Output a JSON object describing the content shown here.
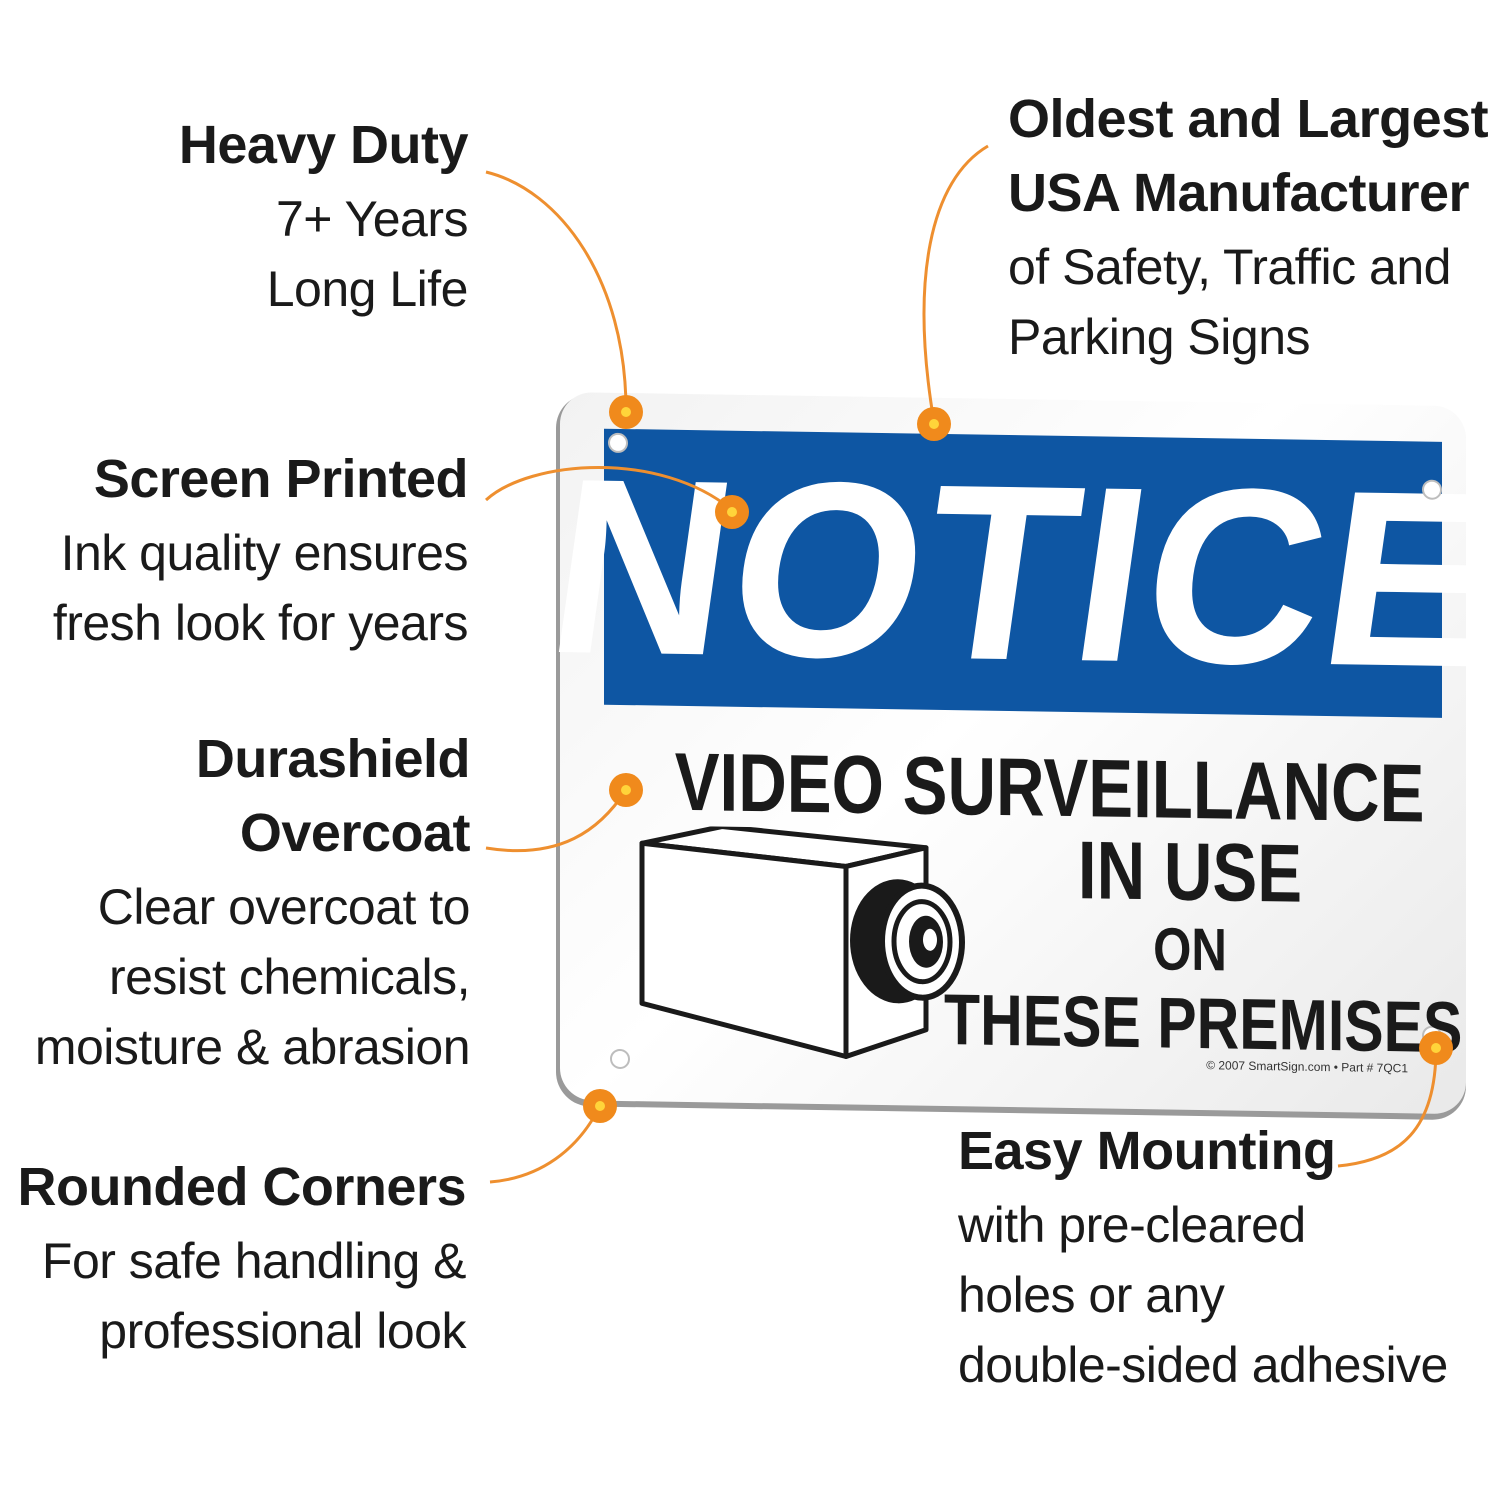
{
  "sign": {
    "header": "NOTICE",
    "line1": "VIDEO SURVEILLANCE",
    "line2": "IN USE",
    "line3": "ON",
    "line4": "THESE PREMISES",
    "copyright": "© 2007 SmartSign.com • Part # 7QC1",
    "colors": {
      "header_band": "#0e56a3",
      "header_text": "#ffffff",
      "body_text": "#1a1a1a"
    }
  },
  "features": {
    "heavy_duty": {
      "title": "Heavy Duty",
      "lines": [
        "7+ Years",
        "Long Life"
      ]
    },
    "screen_printed": {
      "title": "Screen Printed",
      "lines": [
        "Ink quality ensures",
        "fresh look for years"
      ]
    },
    "durashield": {
      "title_lines": [
        "Durashield",
        "Overcoat"
      ],
      "lines": [
        "Clear overcoat to",
        "resist chemicals,",
        "moisture & abrasion"
      ]
    },
    "rounded_corners": {
      "title": "Rounded Corners",
      "lines": [
        "For safe handling &",
        "professional look"
      ]
    },
    "oldest": {
      "title_lines": [
        "Oldest and Largest",
        "USA Manufacturer"
      ],
      "lines": [
        "of Safety, Traffic and",
        "Parking Signs"
      ]
    },
    "easy_mounting": {
      "title": "Easy Mounting",
      "lines": [
        "with pre-cleared",
        "holes or any",
        "double-sided adhesive"
      ]
    }
  },
  "callout_colors": {
    "line": "#ee8f2f",
    "dot": "#f08a1c",
    "dot_center": "#ffd43a"
  },
  "icons": [
    "security-camera-icon"
  ]
}
